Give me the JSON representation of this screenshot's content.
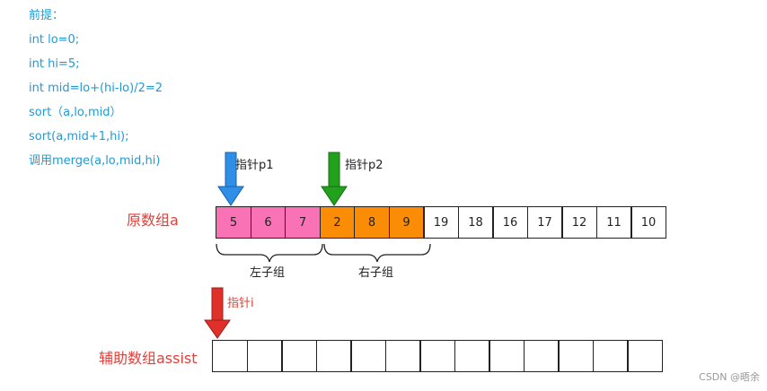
{
  "premise": {
    "title": "前提：",
    "lines": [
      "int lo=0;",
      "int hi=5;",
      "int mid=lo+(hi-lo)/2=2",
      "sort（a,lo,mid）",
      "sort(a,mid+1,hi);",
      "调用merge(a,lo,mid,hi)"
    ]
  },
  "original_array": {
    "label": "原数组a",
    "cells": [
      "5",
      "6",
      "7",
      "2",
      "8",
      "9",
      "19",
      "18",
      "16",
      "17",
      "12",
      "11",
      "10"
    ]
  },
  "pointers": {
    "p1": "指针p1",
    "p2": "指针p2",
    "i": "指针i"
  },
  "groups": {
    "left": "左子组",
    "right": "右子组"
  },
  "assist_array": {
    "label": "辅助数组assist",
    "cells": [
      "",
      "",
      "",
      "",
      "",
      "",
      "",
      "",
      "",
      "",
      "",
      "",
      ""
    ]
  },
  "colors": {
    "pink": "#f872b5",
    "orange": "#fb8c05",
    "blue_arrow": "#2f8fe6",
    "green_arrow": "#22a11d",
    "red_arrow": "#e0302a"
  },
  "watermark": "CSDN @晤余"
}
